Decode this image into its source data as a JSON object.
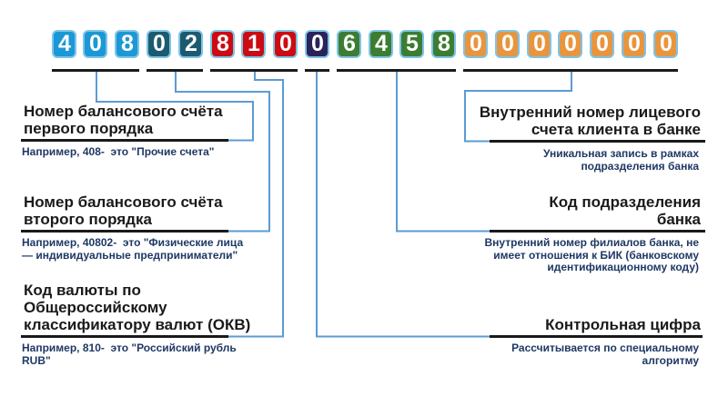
{
  "diagram": {
    "account_number": "40802810064580000000",
    "digits": [
      {
        "value": "4",
        "group": "g1"
      },
      {
        "value": "0",
        "group": "g1"
      },
      {
        "value": "8",
        "group": "g1"
      },
      {
        "value": "0",
        "group": "g2"
      },
      {
        "value": "2",
        "group": "g2"
      },
      {
        "value": "8",
        "group": "g3"
      },
      {
        "value": "1",
        "group": "g3"
      },
      {
        "value": "0",
        "group": "g3"
      },
      {
        "value": "0",
        "group": "g4"
      },
      {
        "value": "6",
        "group": "g5"
      },
      {
        "value": "4",
        "group": "g5"
      },
      {
        "value": "5",
        "group": "g5"
      },
      {
        "value": "8",
        "group": "g5"
      },
      {
        "value": "0",
        "group": "g6"
      },
      {
        "value": "0",
        "group": "g6"
      },
      {
        "value": "0",
        "group": "g6"
      },
      {
        "value": "0",
        "group": "g6"
      },
      {
        "value": "0",
        "group": "g6"
      },
      {
        "value": "0",
        "group": "g6"
      },
      {
        "value": "0",
        "group": "g6"
      }
    ],
    "group_colors": {
      "g1": "#1b98d5",
      "g2": "#1c5a70",
      "g3": "#cc0b12",
      "g4": "#2a235a",
      "g5": "#3c7d31",
      "g6": "#e8953e"
    },
    "box_border_color": "#7ec4e8",
    "connector_color": "#5b9bd5",
    "caption_color": "#1f3864",
    "labels": [
      {
        "id": "balance-first",
        "group": "g1",
        "side": "left",
        "title": "Номер балансового счёта\nпервого порядка",
        "caption": "Например, 408-  это \"Прочие счета\""
      },
      {
        "id": "balance-second",
        "group": "g2",
        "side": "left",
        "title": "Номер балансового счёта\nвторого порядка",
        "caption": "Например, 40802-  это \"Физические лица\n— индивидуальные предприниматели\""
      },
      {
        "id": "currency-code",
        "group": "g3",
        "side": "left",
        "title": "Код валюты по\nОбщероссийскому\nклассификатору валют (ОКВ)",
        "caption": "Например, 810-  это \"Российский рубль\nRUB\""
      },
      {
        "id": "internal-client-number",
        "group": "g6",
        "side": "right",
        "title": "Внутренний номер лицевого\nсчета клиента в банке",
        "caption": "Уникальная запись в рамках\nподразделения банка"
      },
      {
        "id": "branch-code",
        "group": "g5",
        "side": "right",
        "title": "Код подразделения\nбанка",
        "caption": "Внутренний номер филиалов банка, не\nимеет отношения к БИК (банковскому\nидентификационному коду)"
      },
      {
        "id": "control-digit",
        "group": "g4",
        "side": "right",
        "title": "Контрольная цифра",
        "caption": "Рассчитывается по специальному\nалгоритму"
      }
    ]
  }
}
